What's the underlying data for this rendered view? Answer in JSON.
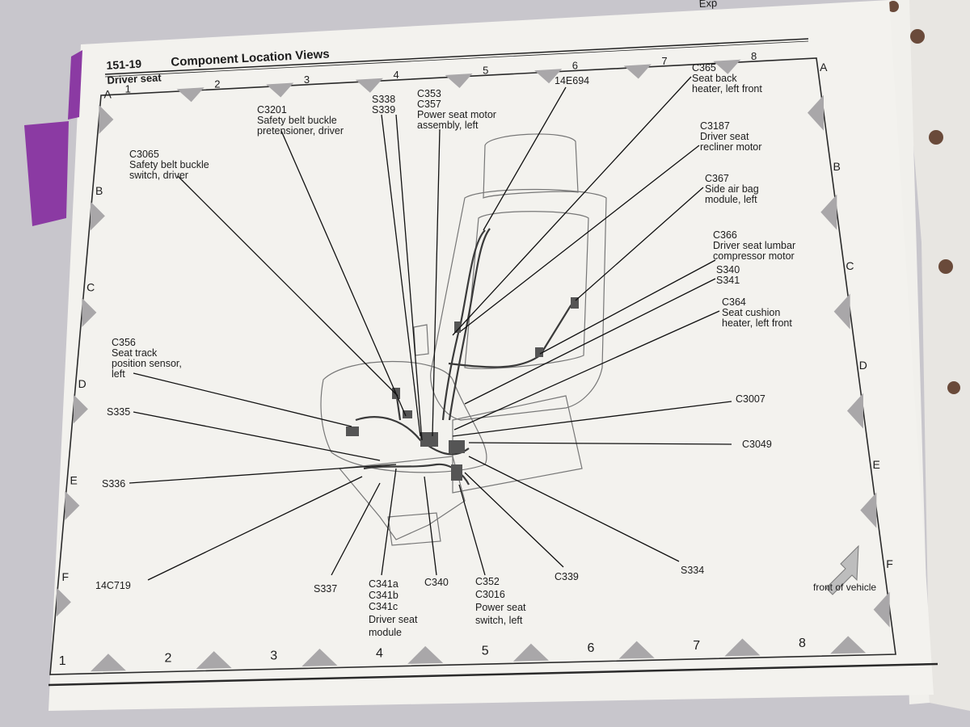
{
  "page": {
    "section_number": "151-19",
    "section_title": "Component Location Views",
    "view_title": "Driver seat",
    "corner_text": "Exp"
  },
  "grid": {
    "columns": [
      "1",
      "2",
      "3",
      "4",
      "5",
      "6",
      "7",
      "8"
    ],
    "rows": [
      "A",
      "B",
      "C",
      "D",
      "E",
      "F"
    ]
  },
  "callouts": [
    {
      "id": "c3065",
      "lines": [
        "C3065",
        "Safety belt buckle",
        "switch, driver"
      ]
    },
    {
      "id": "c3201",
      "lines": [
        "C3201",
        "Safety belt buckle",
        "pretensioner, driver"
      ]
    },
    {
      "id": "s338",
      "lines": [
        "S338",
        "S339"
      ]
    },
    {
      "id": "c353",
      "lines": [
        "C353",
        "C357",
        "Power seat motor",
        "assembly, left"
      ]
    },
    {
      "id": "14e694",
      "lines": [
        "14E694"
      ]
    },
    {
      "id": "c365",
      "lines": [
        "C365",
        "Seat back",
        "heater, left front"
      ]
    },
    {
      "id": "c3187",
      "lines": [
        "C3187",
        "Driver seat",
        "recliner motor"
      ]
    },
    {
      "id": "c367",
      "lines": [
        "C367",
        "Side air bag",
        "module, left"
      ]
    },
    {
      "id": "c366",
      "lines": [
        "C366",
        "Driver seat lumbar",
        "compressor motor"
      ]
    },
    {
      "id": "s340",
      "lines": [
        "S340",
        "S341"
      ]
    },
    {
      "id": "c364",
      "lines": [
        "C364",
        "Seat cushion",
        "heater, left front"
      ]
    },
    {
      "id": "c3007",
      "lines": [
        "C3007"
      ]
    },
    {
      "id": "c3049",
      "lines": [
        "C3049"
      ]
    },
    {
      "id": "c356",
      "lines": [
        "C356",
        "Seat track",
        "position sensor,",
        "left"
      ]
    },
    {
      "id": "s335",
      "lines": [
        "S335"
      ]
    },
    {
      "id": "s336",
      "lines": [
        "S336"
      ]
    },
    {
      "id": "14c719",
      "lines": [
        "14C719"
      ]
    },
    {
      "id": "s337",
      "lines": [
        "S337"
      ]
    },
    {
      "id": "c341",
      "lines": [
        "C341a",
        "C341b",
        "C341c",
        "Driver seat",
        "module"
      ]
    },
    {
      "id": "c340",
      "lines": [
        "C340"
      ]
    },
    {
      "id": "c352",
      "lines": [
        "C352",
        "C3016",
        "Power seat",
        "switch, left"
      ]
    },
    {
      "id": "c339",
      "lines": [
        "C339"
      ]
    },
    {
      "id": "s334",
      "lines": [
        "S334"
      ]
    }
  ],
  "front_of_vehicle_label": "front of vehicle"
}
